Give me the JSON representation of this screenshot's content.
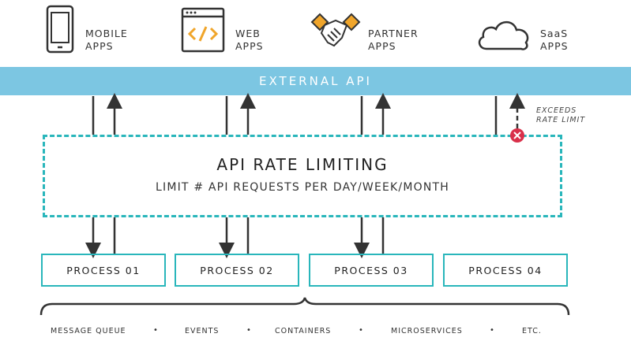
{
  "apps": [
    {
      "icon": "mobile-phone-icon",
      "line1": "MOBILE",
      "line2": "APPS"
    },
    {
      "icon": "code-window-icon",
      "line1": "WEB",
      "line2": "APPS"
    },
    {
      "icon": "handshake-icon",
      "line1": "PARTNER",
      "line2": "APPS"
    },
    {
      "icon": "cloud-icon",
      "line1": "SaaS",
      "line2": "APPS"
    }
  ],
  "banner": {
    "label": "EXTERNAL API"
  },
  "rate_limit": {
    "title": "API RATE LIMITING",
    "subtitle": "LIMIT # API REQUESTS PER DAY/WEEK/MONTH"
  },
  "exceeds_note": {
    "line1": "EXCEEDS",
    "line2": "RATE LIMIT"
  },
  "processes": [
    "PROCESS 01",
    "PROCESS 02",
    "PROCESS 03",
    "PROCESS 04"
  ],
  "footer": [
    "MESSAGE QUEUE",
    "EVENTS",
    "CONTAINERS",
    "MICROSERVICES",
    "ETC."
  ],
  "colors": {
    "banner": "#7cc6e2",
    "accent_teal": "#29b6bb",
    "error_red": "#d9304a",
    "icon_orange": "#f0a52b"
  }
}
